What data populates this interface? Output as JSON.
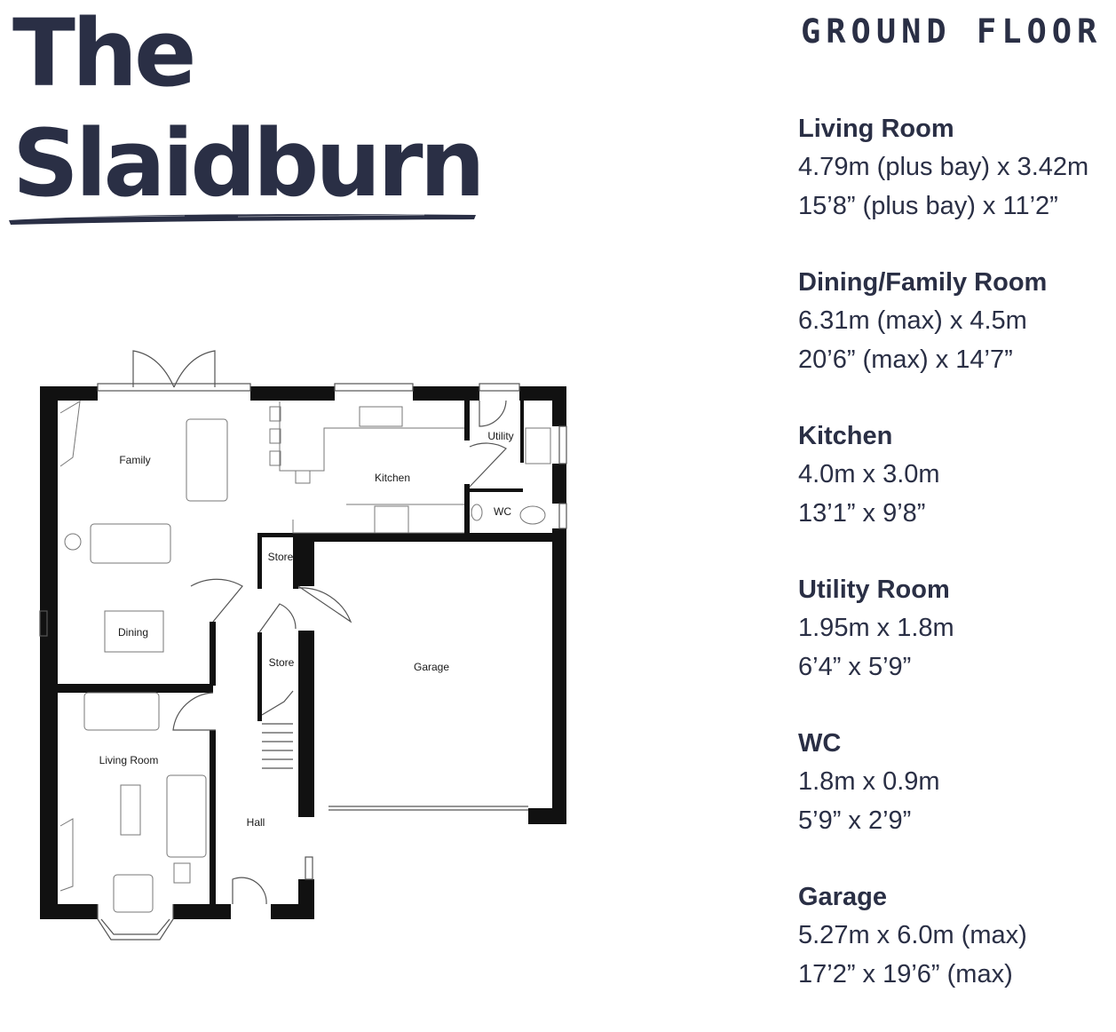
{
  "title": {
    "line1": "The",
    "line2": "Slaidburn"
  },
  "floor_heading": "GROUND FLOOR",
  "rooms": [
    {
      "name": "Living Room",
      "metric": "4.79m (plus bay) x 3.42m",
      "imperial": "15’8” (plus bay) x 11’2”"
    },
    {
      "name": "Dining/Family Room",
      "metric": "6.31m (max) x 4.5m",
      "imperial": "20’6” (max) x 14’7”"
    },
    {
      "name": "Kitchen",
      "metric": "4.0m x 3.0m",
      "imperial": "13’1” x 9’8”"
    },
    {
      "name": "Utility Room",
      "metric": "1.95m x 1.8m",
      "imperial": "6’4” x 5’9”"
    },
    {
      "name": "WC",
      "metric": "1.8m x 0.9m",
      "imperial": "5’9” x 2’9”"
    },
    {
      "name": "Garage",
      "metric": "5.27m x 6.0m (max)",
      "imperial": "17’2” x 19’6” (max)"
    }
  ],
  "plan_labels": {
    "family": "Family",
    "kitchen": "Kitchen",
    "utility": "Utility",
    "wc": "WC",
    "store_upper": "Store",
    "store_lower": "Store",
    "dining": "Dining",
    "garage": "Garage",
    "living_room": "Living Room",
    "hall": "Hall"
  },
  "colors": {
    "ink": "#2a2f45",
    "wall": "#111111",
    "line": "#555555"
  }
}
